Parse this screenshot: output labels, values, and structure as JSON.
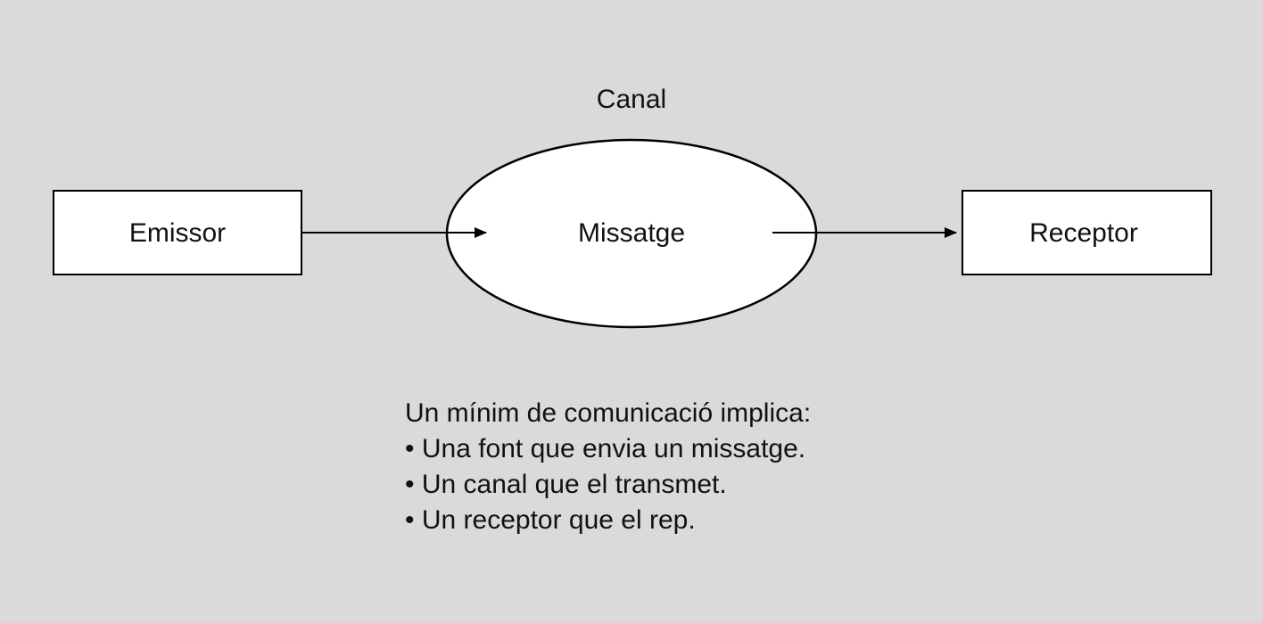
{
  "diagram": {
    "channel_label": "Canal",
    "sender_label": "Emissor",
    "message_label": "Missatge",
    "receiver_label": "Receptor"
  },
  "notes": {
    "heading": "Un mínim de comunicació implica:",
    "items": [
      "• Una font que envia un missatge.",
      "• Un canal que el transmet.",
      "• Un receptor que el rep."
    ]
  }
}
